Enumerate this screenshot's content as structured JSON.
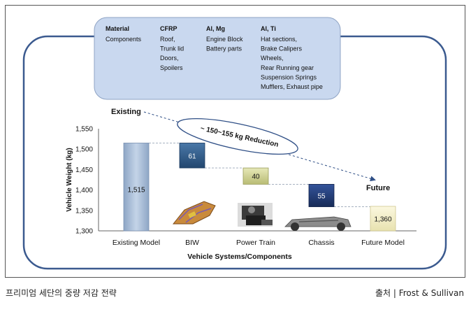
{
  "chart_data": {
    "type": "bar",
    "subtype": "waterfall",
    "categories": [
      "Existing Model",
      "BIW",
      "Power Train",
      "Chassis",
      "Future Model"
    ],
    "steps": [
      {
        "category": "Existing Model",
        "kind": "total",
        "value": 1515,
        "label": "1,515"
      },
      {
        "category": "BIW",
        "kind": "decrease",
        "value": 61,
        "label": "61"
      },
      {
        "category": "Power Train",
        "kind": "decrease",
        "value": 40,
        "label": "40"
      },
      {
        "category": "Chassis",
        "kind": "decrease",
        "value": 55,
        "label": "55"
      },
      {
        "category": "Future Model",
        "kind": "total",
        "value": 1360,
        "label": "1,360"
      }
    ],
    "title": "",
    "xlabel": "Vehicle Systems/Components",
    "ylabel": "Vehicle Weight (kg)",
    "ylim": [
      1300,
      1550
    ],
    "yticks": [
      1300,
      1350,
      1400,
      1450,
      1500,
      1550
    ],
    "ytick_labels": [
      "1,300",
      "1,350",
      "1,400",
      "1,450",
      "1,500",
      "1,550"
    ],
    "grid": false,
    "annotations": {
      "existing": "Existing",
      "future": "Future",
      "reduction": "~ 150~155 kg Reduction"
    }
  },
  "materials": {
    "columns": [
      {
        "heading": "Material",
        "lines": [
          "Components"
        ]
      },
      {
        "heading": "CFRP",
        "lines": [
          "Roof,",
          "Trunk lid",
          "Doors,",
          "Spoilers"
        ]
      },
      {
        "heading": "Al, Mg",
        "lines": [
          "Engine Block",
          "Battery parts"
        ]
      },
      {
        "heading": "Al, Ti",
        "lines": [
          "Hat sections,",
          "Brake Calipers",
          "Wheels,",
          "Rear Running gear",
          "Suspension Springs",
          "Mufflers, Exhaust pipe"
        ]
      }
    ]
  },
  "captions": {
    "left": "프리미엄 세단의 중량 저감 전략",
    "right": "출처 | Frost & Sullivan"
  },
  "colors": {
    "existing_bar": "#a9bfd9",
    "biw_bar": "#2f5d8e",
    "powertrain_bar": "#d6d9a0",
    "chassis_bar": "#213c78",
    "future_bar": "#f3f0c8",
    "callout_fill": "#c9d8ef"
  }
}
